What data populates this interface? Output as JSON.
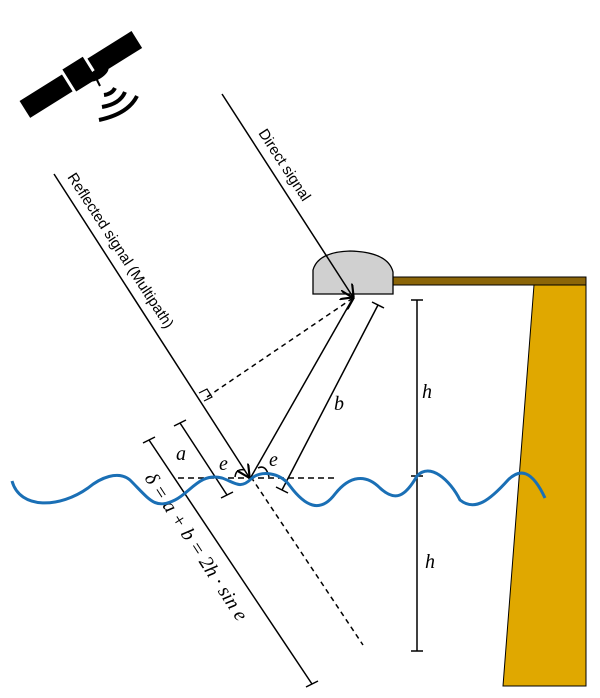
{
  "diagram": {
    "title": "GNSS interferometric reflectometry multipath geometry",
    "labels": {
      "direct_signal": "Direct signal",
      "reflected_signal": "Reflected signal (Multipath)",
      "a": "a",
      "b": "b",
      "e_left": "e",
      "e_right": "e",
      "h_upper": "h",
      "h_lower": "h",
      "formula": "δ = a + b = 2h · sin e"
    },
    "icons": {
      "satellite": "satellite-icon",
      "antenna": "antenna-dome-icon"
    },
    "colors": {
      "water": "#1a6fb5",
      "wall": "#e0a800",
      "platform": "#8b6508",
      "antenna": "#d0d0d0",
      "lines": "#000000"
    }
  }
}
